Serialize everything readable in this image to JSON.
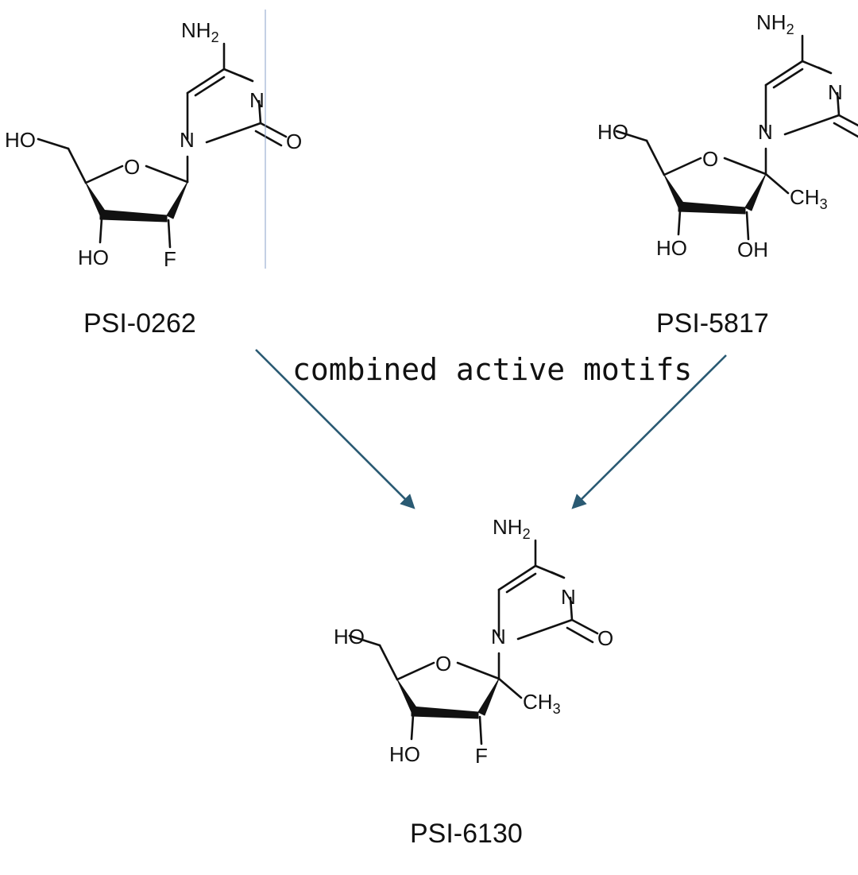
{
  "labels": {
    "nh2": "NH",
    "two": "2",
    "n": "N",
    "o": "O",
    "ho": "HO",
    "f": "F",
    "oh": "OH",
    "ch": "CH",
    "three": "3"
  },
  "compounds": [
    {
      "name": "PSI-0262"
    },
    {
      "name": "PSI-5817"
    },
    {
      "name": "PSI-6130"
    }
  ],
  "annotation": "combined active motifs",
  "colors": {
    "arrow": "#2a5a73",
    "ink": "#111111"
  }
}
